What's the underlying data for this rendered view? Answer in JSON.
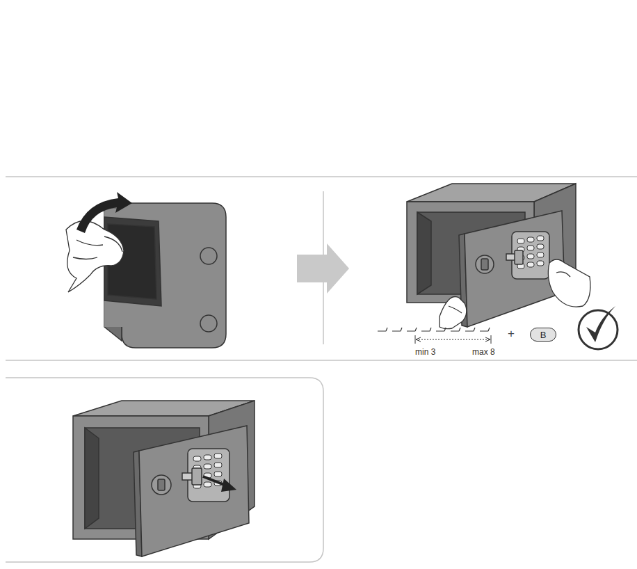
{
  "diagram": {
    "nodes": [
      {
        "text": [
          "B"
        ]
      }
    ],
    "labels": [
      "+",
      "min 3",
      "max 8"
    ]
  }
}
